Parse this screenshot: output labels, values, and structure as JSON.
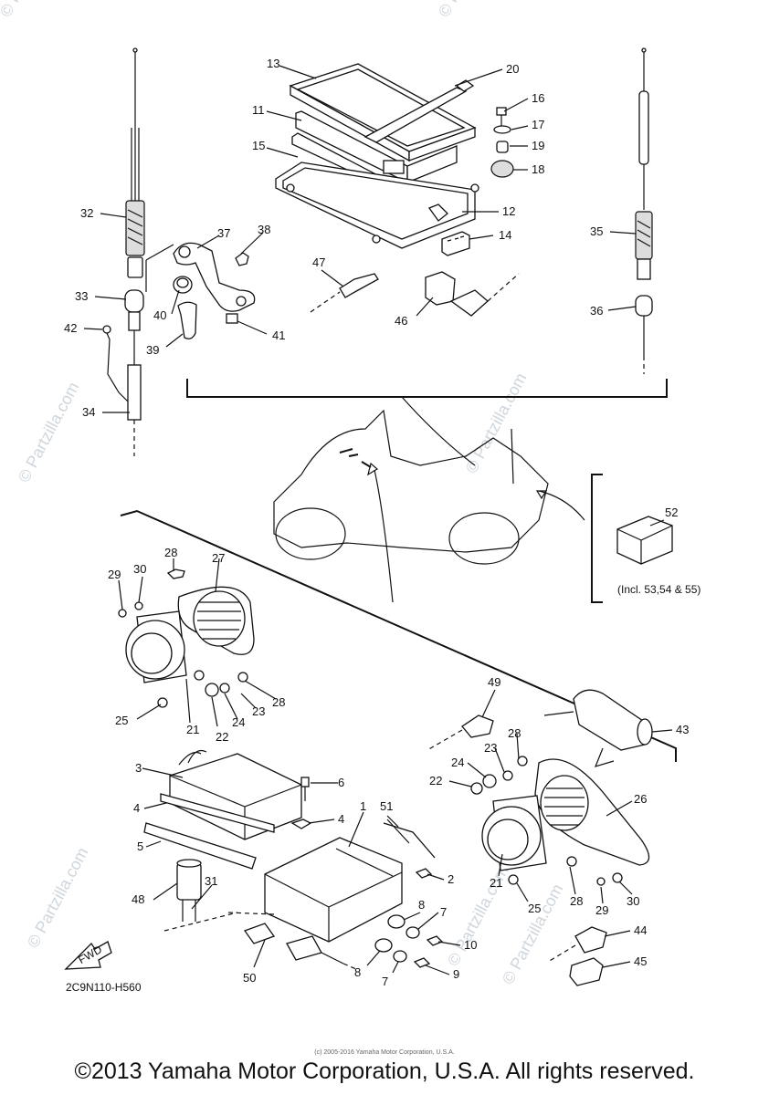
{
  "watermarks": [
    "© Partzilla.com",
    "© Partzilla.com",
    "© Partzilla.com",
    "© Partzilla.com",
    "© Partzilla.com",
    "© Partzilla.com",
    "© Partzilla.com"
  ],
  "callouts": {
    "c1": "1",
    "c2": "2",
    "c3": "3",
    "c4a": "4",
    "c4b": "4",
    "c5": "5",
    "c6": "6",
    "c7a": "7",
    "c7b": "7",
    "c8a": "8",
    "c8b": "8",
    "c9": "9",
    "c10": "10",
    "c11": "11",
    "c12": "12",
    "c13": "13",
    "c14": "14",
    "c15": "15",
    "c16": "16",
    "c17": "17",
    "c18": "18",
    "c19": "19",
    "c20": "20",
    "c21a": "21",
    "c21b": "21",
    "c22a": "22",
    "c22b": "22",
    "c23a": "23",
    "c23b": "23",
    "c24a": "24",
    "c24b": "24",
    "c25a": "25",
    "c25b": "25",
    "c26": "26",
    "c27": "27",
    "c28a": "28",
    "c28b": "28",
    "c28c": "28",
    "c28d": "28",
    "c29a": "29",
    "c29b": "29",
    "c30a": "30",
    "c30b": "30",
    "c31": "31",
    "c32": "32",
    "c33": "33",
    "c34": "34",
    "c35": "35",
    "c36": "36",
    "c37": "37",
    "c38": "38",
    "c39": "39",
    "c40": "40",
    "c41": "41",
    "c42": "42",
    "c43": "43",
    "c44": "44",
    "c45": "45",
    "c46": "46",
    "c47": "47",
    "c48": "48",
    "c49": "49",
    "c50": "50",
    "c51": "51",
    "c52": "52"
  },
  "note_incl": "(Incl. 53,54 & 55)",
  "fwd_label": "FWD",
  "diagram_code": "2C9N110-H560",
  "small_copyright": "(c) 2005-2016 Yamaha Motor Corporation, U.S.A.",
  "footer": "©2013 Yamaha Motor Corporation, U.S.A. All rights reserved."
}
